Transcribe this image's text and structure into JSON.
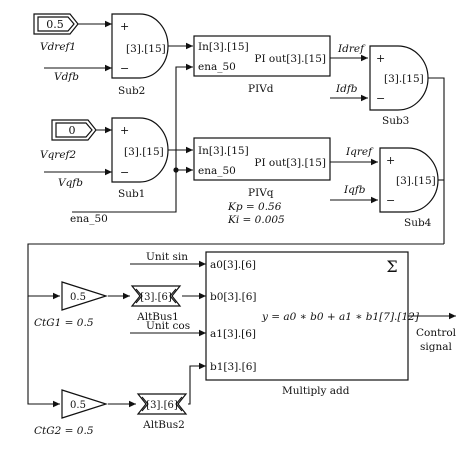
{
  "constants": {
    "vdref1_value": "0.5",
    "vqref2_value": "0"
  },
  "signals": {
    "vdref1": "Vdref1",
    "vdfb": "Vdfb",
    "vqref2": "Vqref2",
    "vqfb": "Vqfb",
    "idref": "Idref",
    "idfb": "Idfb",
    "iqref": "Iqref",
    "iqfb": "Iqfb",
    "ena50": "ena_50"
  },
  "sub_blocks": {
    "port": "[3].[15]",
    "plus": "+",
    "minus": "−",
    "sub1": "Sub1",
    "sub2": "Sub2",
    "sub3": "Sub3",
    "sub4": "Sub4"
  },
  "pi_blocks": {
    "in_port": "In[3].[15]",
    "ena_port": "ena_50",
    "out_port": "PI out[3].[15]",
    "piv_d": "PIVd",
    "piv_q": "PIVq",
    "kp": "Kp = 0.56",
    "ki": "Ki = 0.005"
  },
  "gains": {
    "g1_value": "0.5",
    "g1_label": "CtG1 = 0.5",
    "g2_value": "0.5",
    "g2_label": "CtG2 = 0.5"
  },
  "altbus": {
    "port": "[3].[6]",
    "altbus1": "AltBus1",
    "altbus2": "AltBus2"
  },
  "multiply_add": {
    "sigma": "Σ",
    "a0": "a0[3].[6]",
    "b0": "b0[3].[6]",
    "a1": "a1[3].[6]",
    "b1": "b1[3].[6]",
    "equation": "y = a0 ∗ b0 + a1 ∗ b1[7].[12]",
    "title": "Multiply add",
    "unit_sin": "Unit sin",
    "unit_cos": "Unit cos"
  },
  "output": {
    "line1": "Control",
    "line2": "signal"
  }
}
